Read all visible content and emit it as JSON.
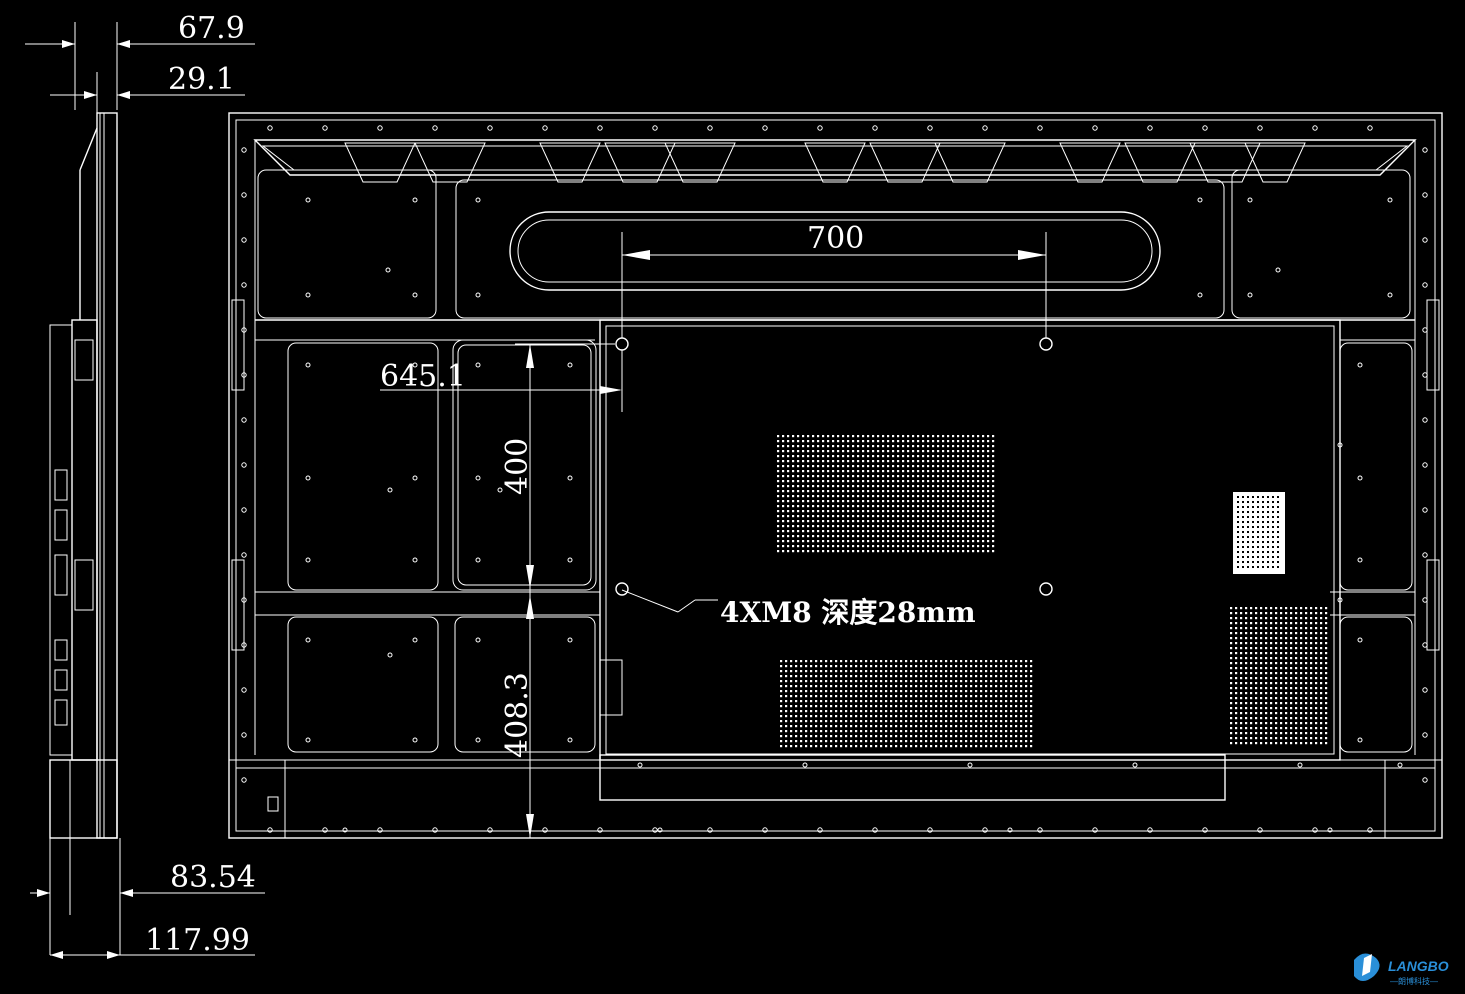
{
  "dimensions": {
    "depth_total": "67.9",
    "depth_slim": "29.1",
    "mount_horizontal": "700",
    "mount_vertical": "400",
    "mount_left_offset": "645.1",
    "mount_bottom_offset": "408.3",
    "foot_depth": "83.54",
    "foot_total": "117.99"
  },
  "note": "4XM8  深度28mm",
  "logo": {
    "text": "LANGBO",
    "sub": "—朗博科技—",
    "color": "#2a8fd8"
  }
}
